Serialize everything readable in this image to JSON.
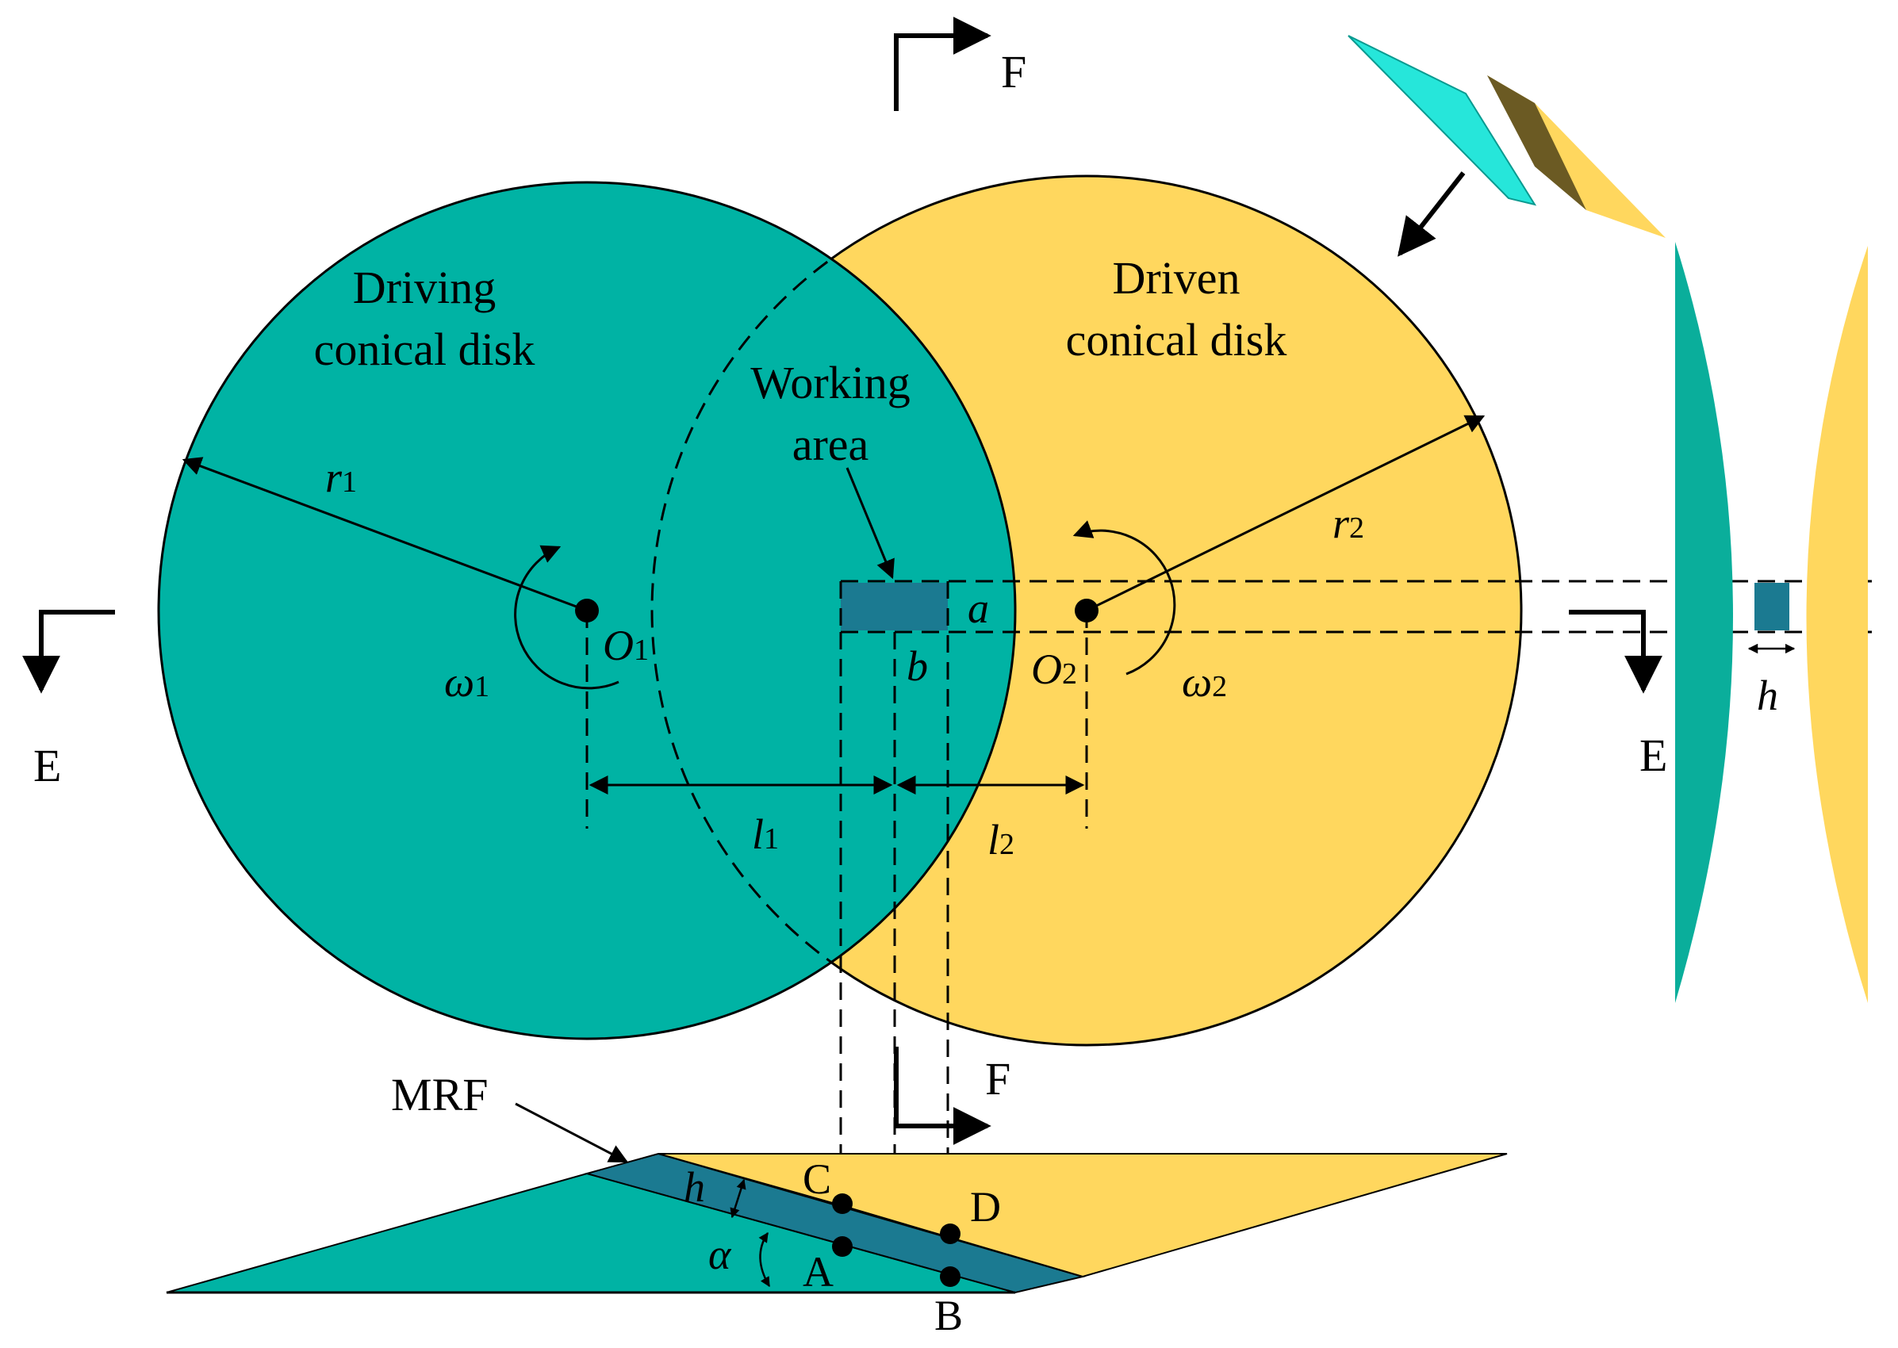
{
  "colors": {
    "driving": "#00B3A4",
    "driven": "#FFD75E",
    "working_area": "#1B7A91",
    "mrf": "#1B7A91",
    "lens_teal": "#0AAE9B",
    "lens_yellow": "#FFD75E",
    "icon_cyan": "#26E6DA",
    "icon_dark": "#6B5A23"
  },
  "labels": {
    "driving": [
      "Driving",
      "conical disk"
    ],
    "driven": [
      "Driven",
      "conical disk"
    ],
    "working": [
      "Working",
      "area"
    ],
    "r1": "r",
    "r1_sub": "1",
    "r2": "r",
    "r2_sub": "2",
    "o1": "O",
    "o1_sub": "1",
    "o2": "O",
    "o2_sub": "2",
    "w1": "ω",
    "w1_sub": "1",
    "w2": "ω",
    "w2_sub": "2",
    "l1": "l",
    "l1_sub": "1",
    "l2": "l",
    "l2_sub": "2",
    "a": "a",
    "b": "b",
    "h_side": "h",
    "h_bottom": "h",
    "alpha": "α",
    "E_left": "E",
    "E_right": "E",
    "F_top": "F",
    "F_bottom": "F",
    "MRF": "MRF",
    "A": "A",
    "B": "B",
    "C": "C",
    "D": "D"
  }
}
